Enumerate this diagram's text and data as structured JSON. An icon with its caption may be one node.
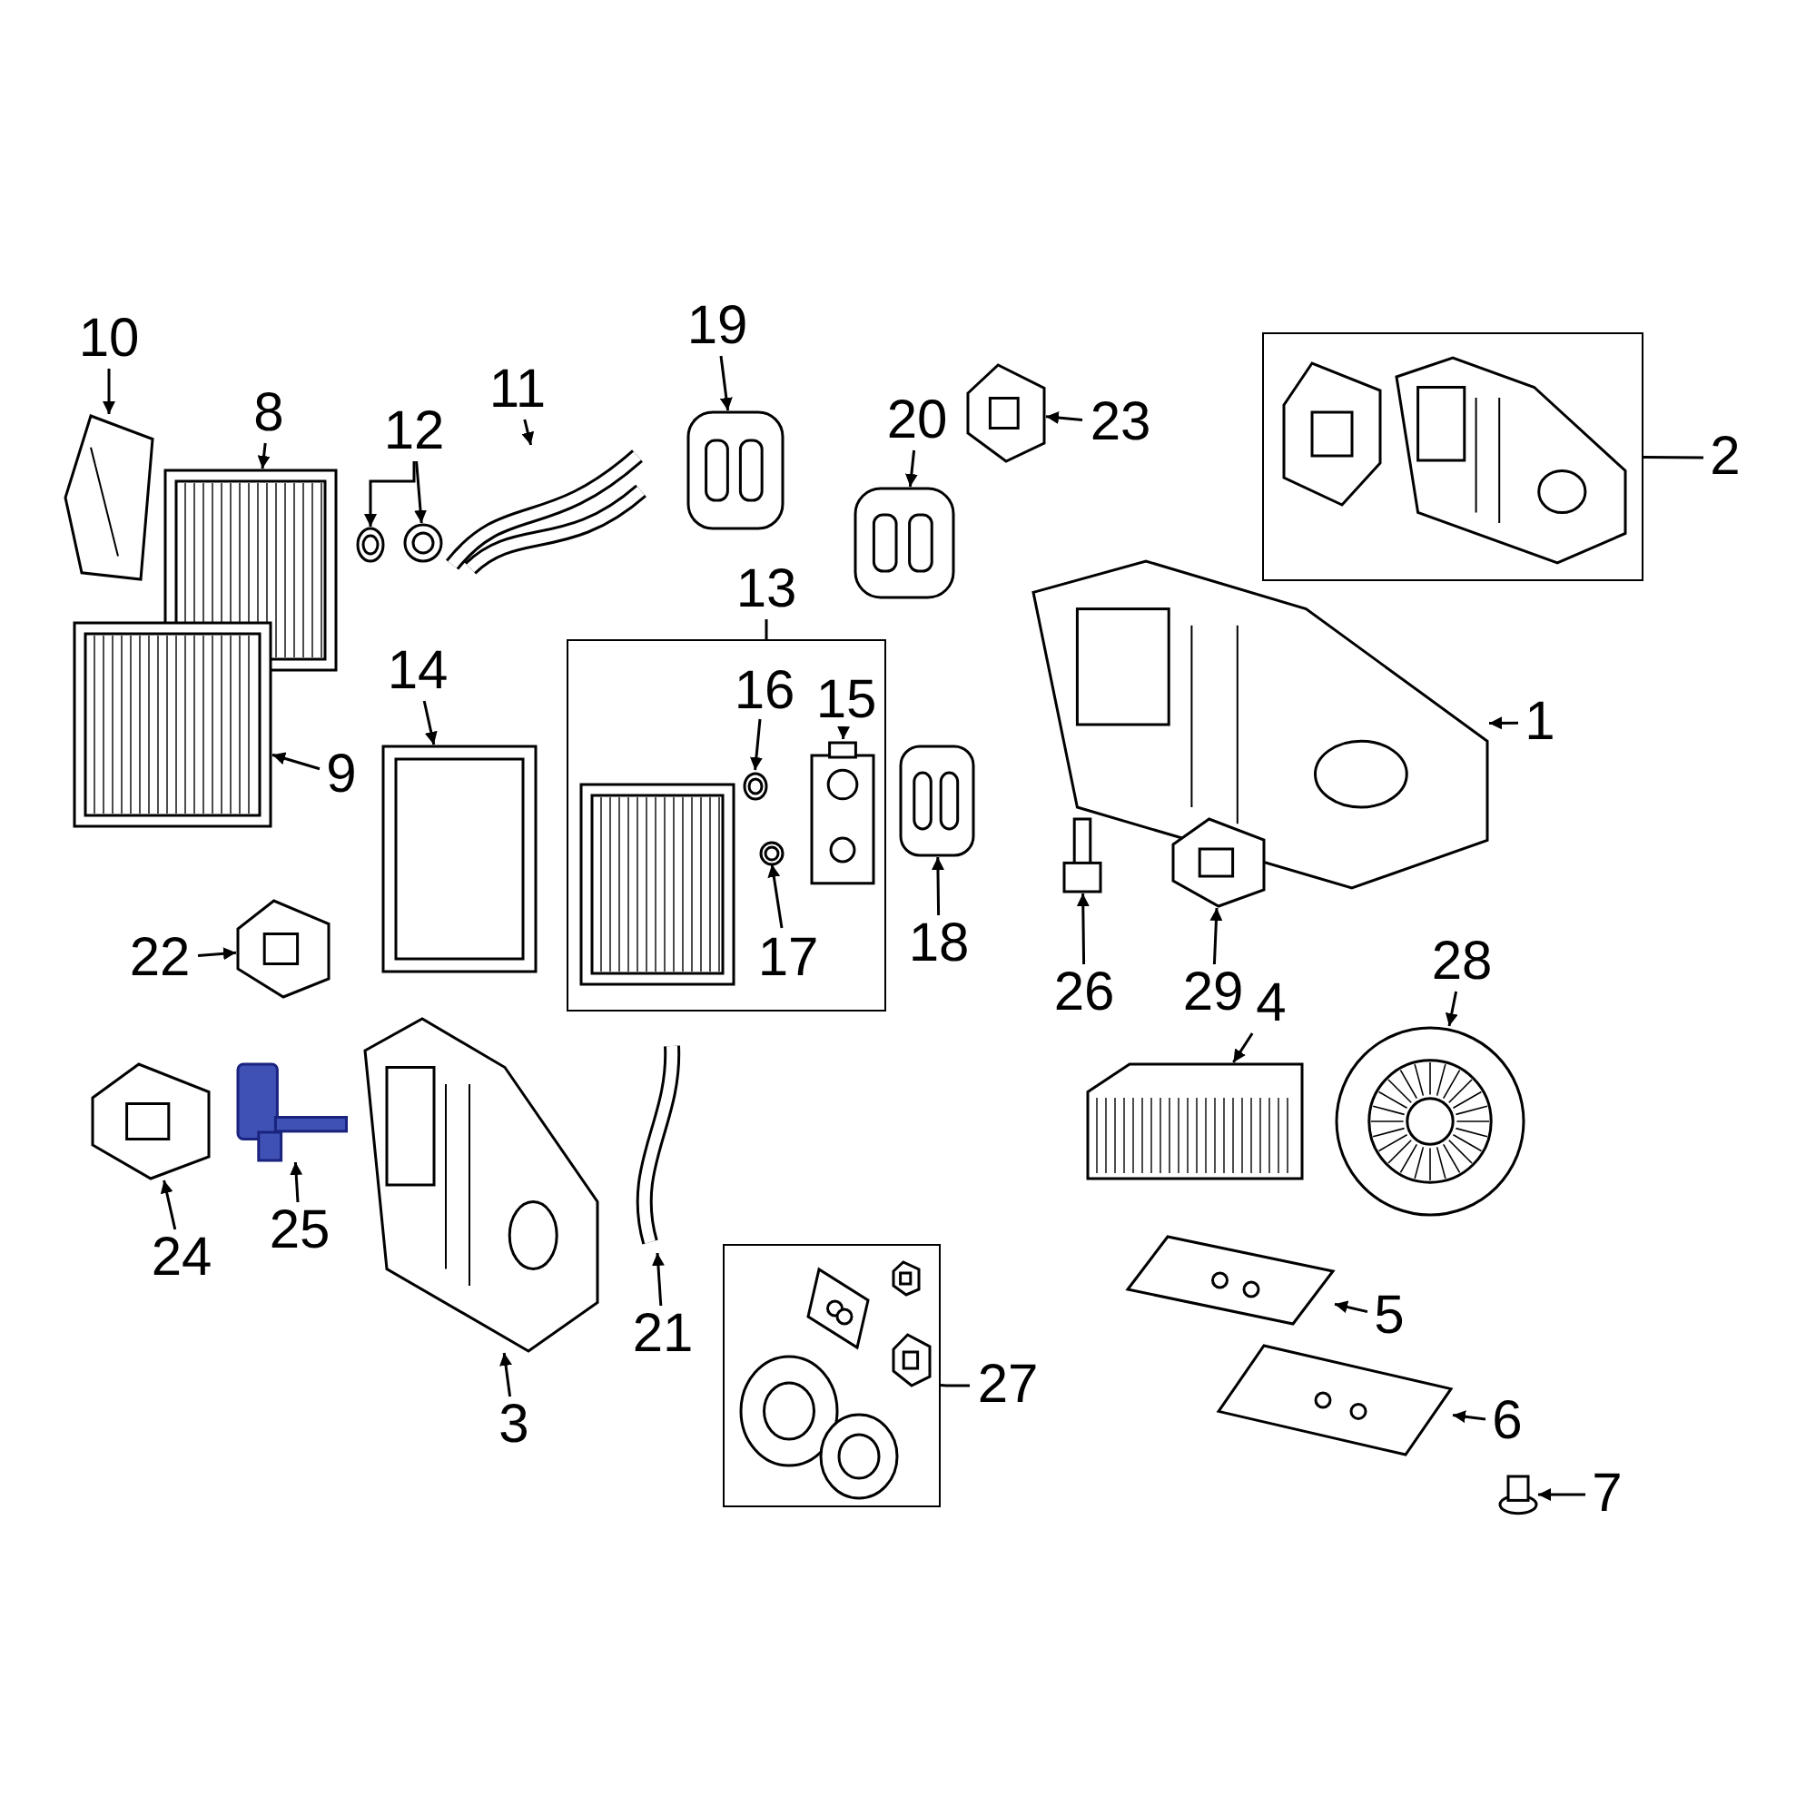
{
  "diagram": {
    "nodes": [
      {
        "text": [
          "10"
        ]
      },
      {
        "text": [],
        "shape": "picture"
      },
      {
        "text": [
          "8"
        ]
      },
      {
        "text": [],
        "shape": "picture"
      },
      {
        "text": [
          "12"
        ]
      },
      {
        "text": [],
        "shape": "picture"
      },
      {
        "text": [],
        "shape": "picture"
      },
      {
        "text": [
          "11"
        ]
      },
      {
        "text": [],
        "shape": "picture"
      },
      {
        "text": [
          "19"
        ]
      },
      {
        "text": [],
        "shape": "picture"
      },
      {
        "text": [
          "20"
        ]
      },
      {
        "text": [],
        "shape": "picture"
      },
      {
        "text": [
          "23"
        ]
      },
      {
        "text": [],
        "shape": "picture"
      },
      {
        "text": [],
        "shape": "box"
      },
      {
        "text": [
          "2"
        ]
      },
      {
        "text": [
          "13"
        ]
      },
      {
        "text": [],
        "shape": "box"
      },
      {
        "text": [
          "16"
        ],
        "in": 18
      },
      {
        "text": [],
        "shape": "picture",
        "in": 18
      },
      {
        "text": [
          "15"
        ],
        "in": 18
      },
      {
        "text": [],
        "shape": "picture",
        "in": 18
      },
      {
        "text": [
          "17"
        ],
        "in": 18
      },
      {
        "text": [],
        "shape": "picture",
        "in": 18
      },
      {
        "text": [
          "14"
        ]
      },
      {
        "text": [],
        "shape": "picture"
      },
      {
        "text": [
          "9"
        ]
      },
      {
        "text": [],
        "shape": "picture"
      },
      {
        "text": [
          "18"
        ]
      },
      {
        "text": [],
        "shape": "picture"
      },
      {
        "text": [
          "1"
        ]
      },
      {
        "text": [],
        "shape": "picture"
      },
      {
        "text": [
          "22"
        ]
      },
      {
        "text": [],
        "shape": "picture"
      },
      {
        "text": [
          "26"
        ]
      },
      {
        "text": [],
        "shape": "picture"
      },
      {
        "text": [
          "29"
        ]
      },
      {
        "text": [],
        "shape": "picture"
      },
      {
        "text": [
          "28"
        ]
      },
      {
        "text": [],
        "shape": "picture"
      },
      {
        "text": [
          "4"
        ]
      },
      {
        "text": [],
        "shape": "picture"
      },
      {
        "text": [
          "24"
        ]
      },
      {
        "text": [],
        "shape": "picture"
      },
      {
        "text": [
          "25"
        ]
      },
      {
        "text": [],
        "shape": "picture"
      },
      {
        "text": [
          "21"
        ]
      },
      {
        "text": [],
        "shape": "picture"
      },
      {
        "text": [
          "3"
        ]
      },
      {
        "text": [],
        "shape": "picture"
      },
      {
        "text": [
          "5"
        ]
      },
      {
        "text": [],
        "shape": "picture"
      },
      {
        "text": [
          "27"
        ]
      },
      {
        "text": [],
        "shape": "box"
      },
      {
        "text": [
          "6"
        ]
      },
      {
        "text": [],
        "shape": "picture"
      },
      {
        "text": [
          "7"
        ]
      },
      {
        "text": [],
        "shape": "picture"
      }
    ],
    "edges": [
      {
        "from": 0,
        "to": 1,
        "arrow": "to"
      },
      {
        "from": 2,
        "to": 3,
        "arrow": "to"
      },
      {
        "from": 4,
        "to": 5,
        "arrow": "to"
      },
      {
        "from": 4,
        "to": 6,
        "arrow": "to"
      },
      {
        "from": 7,
        "to": 8,
        "arrow": "to"
      },
      {
        "from": 9,
        "to": 10,
        "arrow": "to"
      },
      {
        "from": 11,
        "to": 12,
        "arrow": "to"
      },
      {
        "from": 13,
        "to": 14,
        "arrow": "to"
      },
      {
        "from": 16,
        "to": 15,
        "arrow": "none"
      },
      {
        "from": 17,
        "to": 18,
        "arrow": "none"
      },
      {
        "from": 19,
        "to": 20,
        "arrow": "to"
      },
      {
        "from": 21,
        "to": 22,
        "arrow": "to"
      },
      {
        "from": 23,
        "to": 24,
        "arrow": "to"
      },
      {
        "from": 25,
        "to": 26,
        "arrow": "to"
      },
      {
        "from": 27,
        "to": 28,
        "arrow": "to"
      },
      {
        "from": 29,
        "to": 30,
        "arrow": "to"
      },
      {
        "from": 31,
        "to": 32,
        "arrow": "to"
      },
      {
        "from": 33,
        "to": 34,
        "arrow": "to"
      },
      {
        "from": 35,
        "to": 36,
        "arrow": "to"
      },
      {
        "from": 37,
        "to": 38,
        "arrow": "to"
      },
      {
        "from": 39,
        "to": 40,
        "arrow": "to"
      },
      {
        "from": 41,
        "to": 42,
        "arrow": "to"
      },
      {
        "from": 43,
        "to": 44,
        "arrow": "to"
      },
      {
        "from": 45,
        "to": 46,
        "arrow": "to"
      },
      {
        "from": 47,
        "to": 48,
        "arrow": "to"
      },
      {
        "from": 49,
        "to": 50,
        "arrow": "to"
      },
      {
        "from": 51,
        "to": 52,
        "arrow": "to"
      },
      {
        "from": 53,
        "to": 54,
        "arrow": "none"
      },
      {
        "from": 55,
        "to": 56,
        "arrow": "to"
      },
      {
        "from": 57,
        "to": 58,
        "arrow": "to"
      }
    ]
  }
}
